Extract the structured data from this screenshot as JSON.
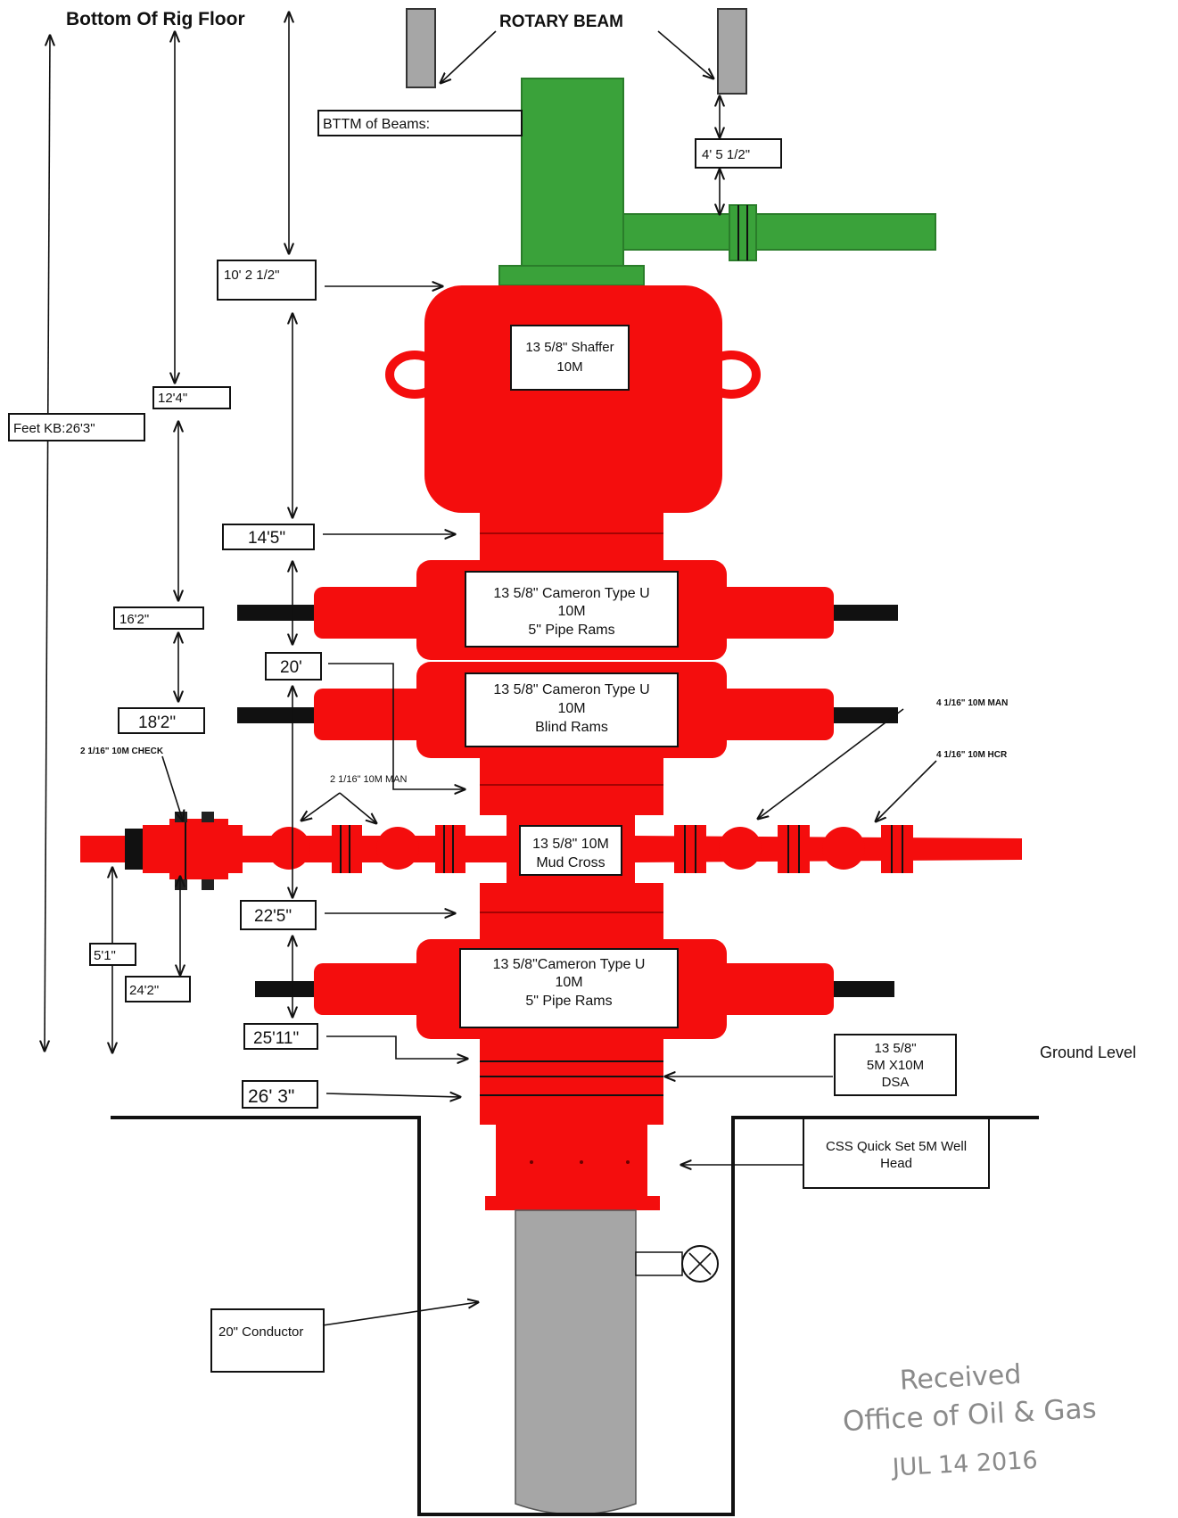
{
  "title": "Bottom Of Rig Floor",
  "rotary_beam": "ROTARY BEAM",
  "bttm_beams": "BTTM of Beams:",
  "beam_gap": "4' 5 1/2\"",
  "kb": "Feet KB:26'3\"",
  "ground_level": "Ground Level",
  "dims": {
    "d1": "10' 2 1/2\"",
    "d2": "12'4\"",
    "d3": "14'5\"",
    "d4": "16'2\"",
    "d5": "20'",
    "d6": "18'2\"",
    "d7": "22'5\"",
    "d8": "5'1\"",
    "d9": "24'2\"",
    "d10": "25'11\"",
    "d11": "26' 3\""
  },
  "components": {
    "annular": [
      "13 5/8\" Shaffer",
      "10M"
    ],
    "ram_upper": [
      "13 5/8\" Cameron Type U",
      "10M",
      "5\" Pipe Rams"
    ],
    "ram_blind": [
      "13 5/8\" Cameron Type U",
      "10M",
      "Blind Rams"
    ],
    "mud_cross": [
      "13 5/8\" 10M",
      "Mud Cross"
    ],
    "ram_lower": [
      "13 5/8\"Cameron Type U",
      "10M",
      "5\" Pipe Rams"
    ],
    "dsa": [
      "13 5/8\"",
      "5M X10M",
      "DSA"
    ],
    "wellhead": [
      "CSS Quick Set 5M Well",
      "Head"
    ],
    "conductor": "20\" Conductor"
  },
  "valves": {
    "check": "2 1/16\" 10M CHECK",
    "man_left": "2 1/16\" 10M MAN",
    "man_right": "4 1/16\" 10M MAN",
    "hcr": "4 1/16\" 10M HCR"
  },
  "stamp": {
    "line1": "Received",
    "line2": "Office of Oil & Gas",
    "date": "JUL 14 2016"
  },
  "colors": {
    "bop_red": "#f40d0d",
    "beam_green": "#3aa23a",
    "conductor_gray": "#a6a6a6"
  }
}
